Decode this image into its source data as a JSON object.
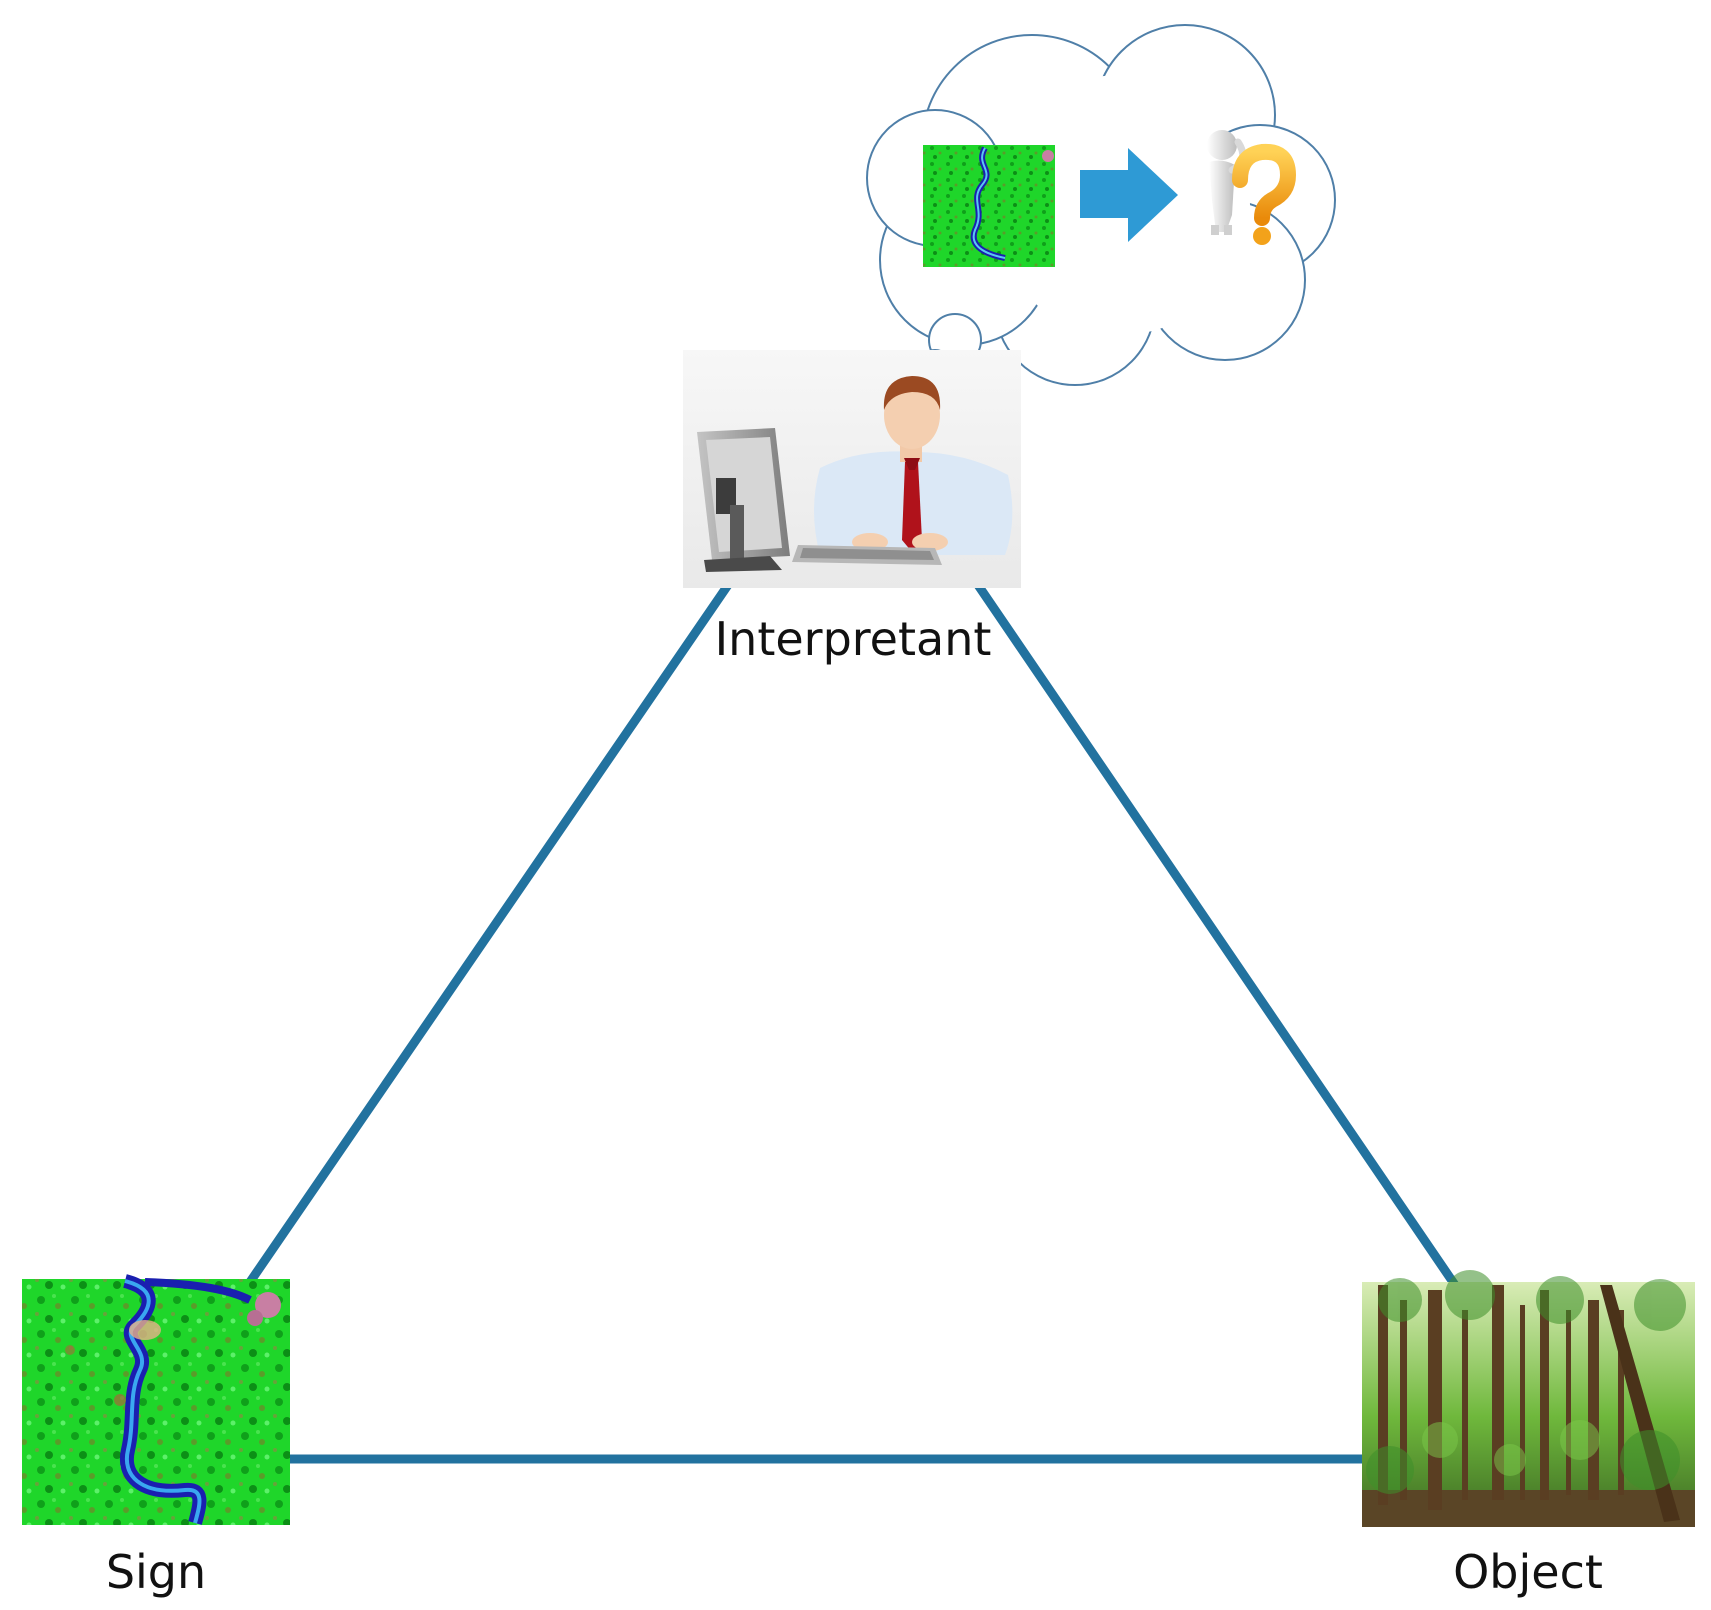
{
  "diagram": {
    "nodes": {
      "interpretant": {
        "label": "Interpretant"
      },
      "sign": {
        "label": "Sign"
      },
      "object": {
        "label": "Object"
      }
    },
    "edges": [
      {
        "from": "sign",
        "to": "interpretant"
      },
      {
        "from": "interpretant",
        "to": "object"
      },
      {
        "from": "sign",
        "to": "object"
      }
    ],
    "thought_bubble": {
      "contents": [
        "satellite-image-thumbnail",
        "arrow-right-icon",
        "confused-figure-question-mark-icon"
      ]
    }
  },
  "colors": {
    "edge": "#22729f",
    "bubble_outline": "#4f7fa8",
    "arrow": "#2e9ad5",
    "question_mark": "#f3a21a",
    "tie": "#b0121b",
    "shirt": "#dbe8f6",
    "vegetation": "#1fd62a",
    "river": "#1a1fb0"
  }
}
